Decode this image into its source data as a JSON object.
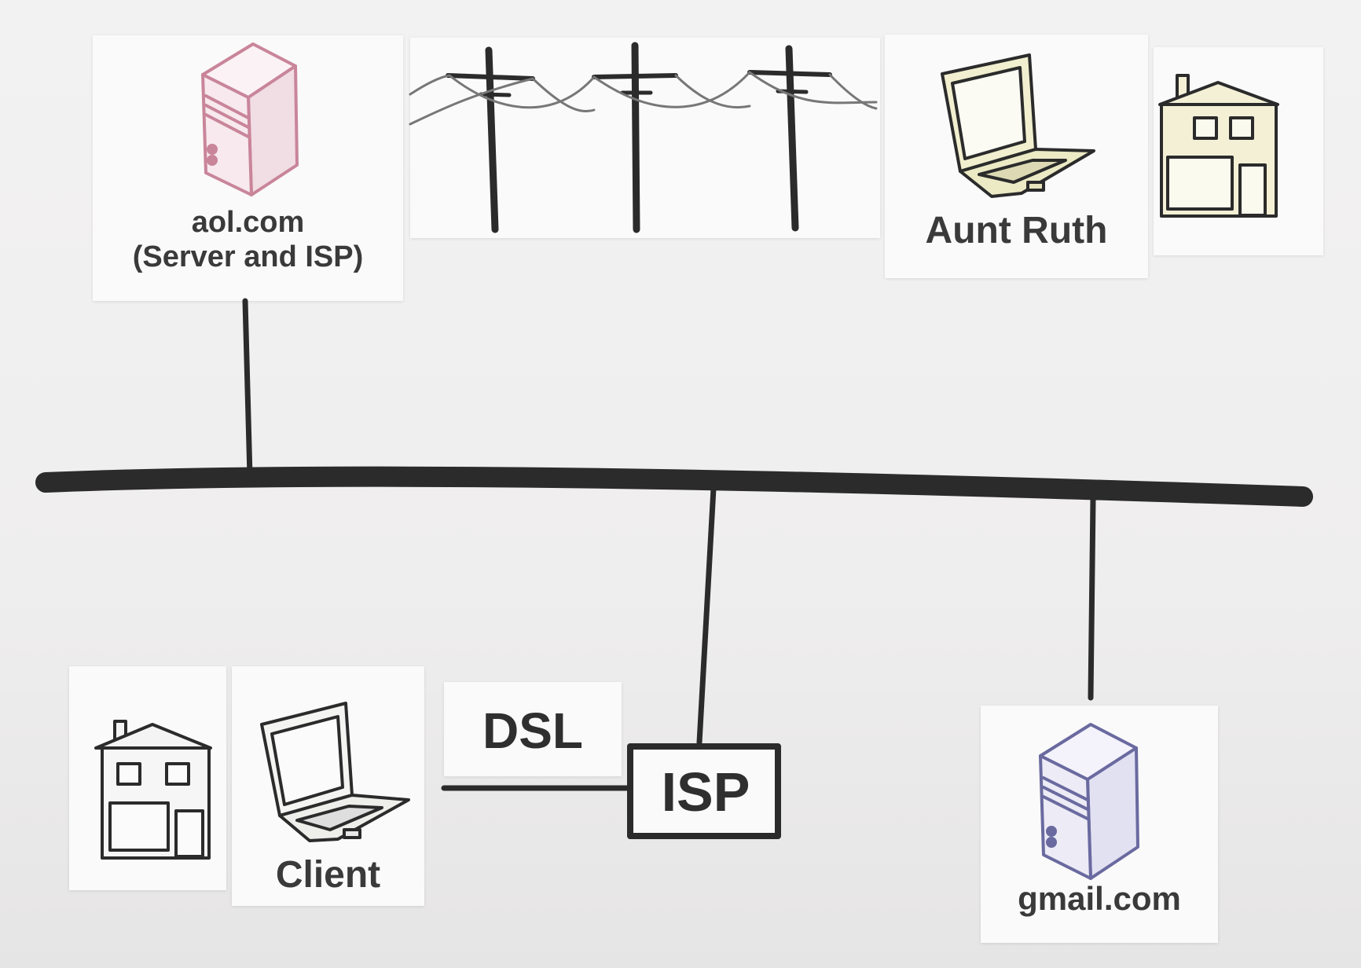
{
  "nodes": {
    "aol": {
      "name": "aol.com",
      "subtitle": "(Server and ISP)"
    },
    "aunt_ruth": {
      "name": "Aunt Ruth"
    },
    "client": {
      "name": "Client"
    },
    "dsl": {
      "name": "DSL"
    },
    "isp": {
      "name": "ISP"
    },
    "gmail": {
      "name": "gmail.com"
    }
  },
  "colors": {
    "aol_server": "#c9859a",
    "aol_server_fill": "#f7e9ee",
    "gmail_server": "#6a6aa0",
    "gmail_server_fill": "#ecebf6",
    "laptop_fill": "#f1efcf",
    "house_fill": "#f3f0d6",
    "line": "#2b2b2b"
  },
  "icons": [
    "server-icon",
    "utility-poles-icon",
    "laptop-icon",
    "house-icon"
  ]
}
